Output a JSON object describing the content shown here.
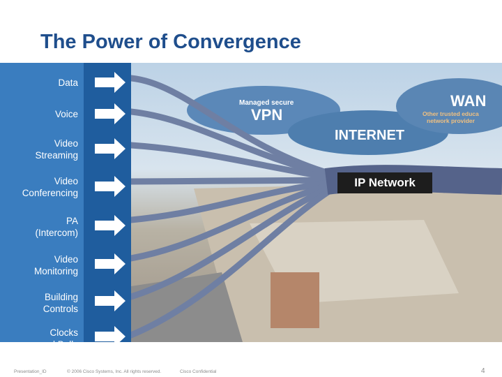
{
  "slide": {
    "title": "The Power of Convergence",
    "ip_network_label": "IP Network",
    "left_labels": [
      {
        "lines": [
          "Data"
        ]
      },
      {
        "lines": [
          "Voice"
        ]
      },
      {
        "lines": [
          "Video",
          "Streaming"
        ]
      },
      {
        "lines": [
          "Video",
          "Conferencing"
        ]
      },
      {
        "lines": [
          "PA",
          "(Intercom)"
        ]
      },
      {
        "lines": [
          "Video",
          "Monitoring"
        ]
      },
      {
        "lines": [
          "Building",
          "Controls"
        ]
      },
      {
        "lines": [
          "Clocks",
          "and Bells"
        ]
      }
    ],
    "scene_text": {
      "wan": "WAN",
      "wan_sub1": "Other trusted educa",
      "wan_sub2": "network provider",
      "vpn_small": "Managed secure",
      "vpn": "VPN",
      "internet": "INTERNET"
    }
  },
  "footer": {
    "presentation_id": "Presentation_ID",
    "copyright": "© 2006 Cisco Systems, Inc. All rights reserved.",
    "confidential": "Cisco Confidential",
    "page_number": "4"
  },
  "colors": {
    "title": "#1f4e8c",
    "left_panel": "#3a7dbf",
    "arrow_column": "#1f5d9e",
    "ip_network_bg": "#1d1d1d"
  }
}
